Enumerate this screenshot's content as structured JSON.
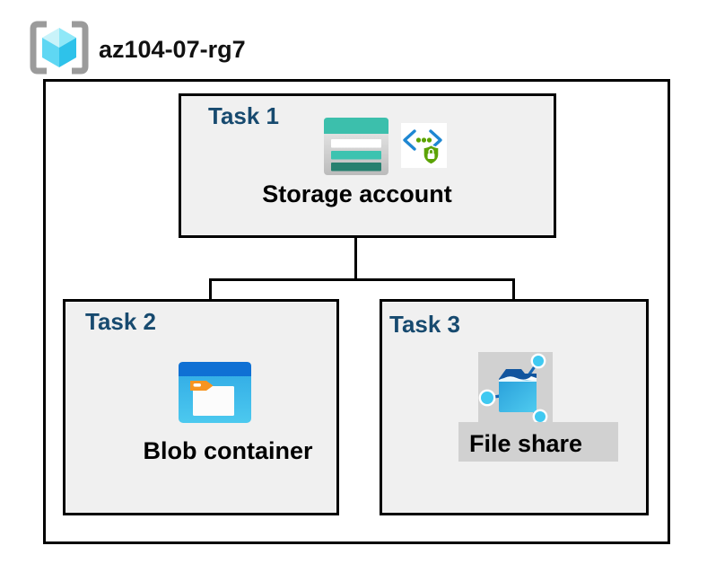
{
  "header": {
    "resource_group": "az104-07-rg7"
  },
  "tasks": [
    {
      "label": "Task 1",
      "item": "Storage account"
    },
    {
      "label": "Task 2",
      "item": "Blob container"
    },
    {
      "label": "Task 3",
      "item": "File share"
    }
  ],
  "icons": {
    "resource_group": "azure-resource-group-icon",
    "task1": "storage-account-icon",
    "task1_badge": "secure-endpoint-lock-icon",
    "task2": "blob-container-icon",
    "task3": "file-share-icon"
  },
  "colors": {
    "task_label_navy": "#174A6F",
    "box_fill": "#F0F0F0",
    "connector": "#000000",
    "storage_teal": "#3CBFAC",
    "storage_teal_dark": "#27806F",
    "blob_band_blue": "#0F70D4",
    "blob_body_blue": "#35B2E8",
    "folder_tab_orange": "#F79420",
    "fileshare_folder_blue": "#2EA7DF",
    "fileshare_flap_navy": "#11559E",
    "node_cyan": "#3FC9F1",
    "shield_green": "#5BA304",
    "api_bracket_blue": "#1E87D2",
    "bracket_gray": "#9B9B9B",
    "icon_plate_gray": "#D1D1D1"
  }
}
